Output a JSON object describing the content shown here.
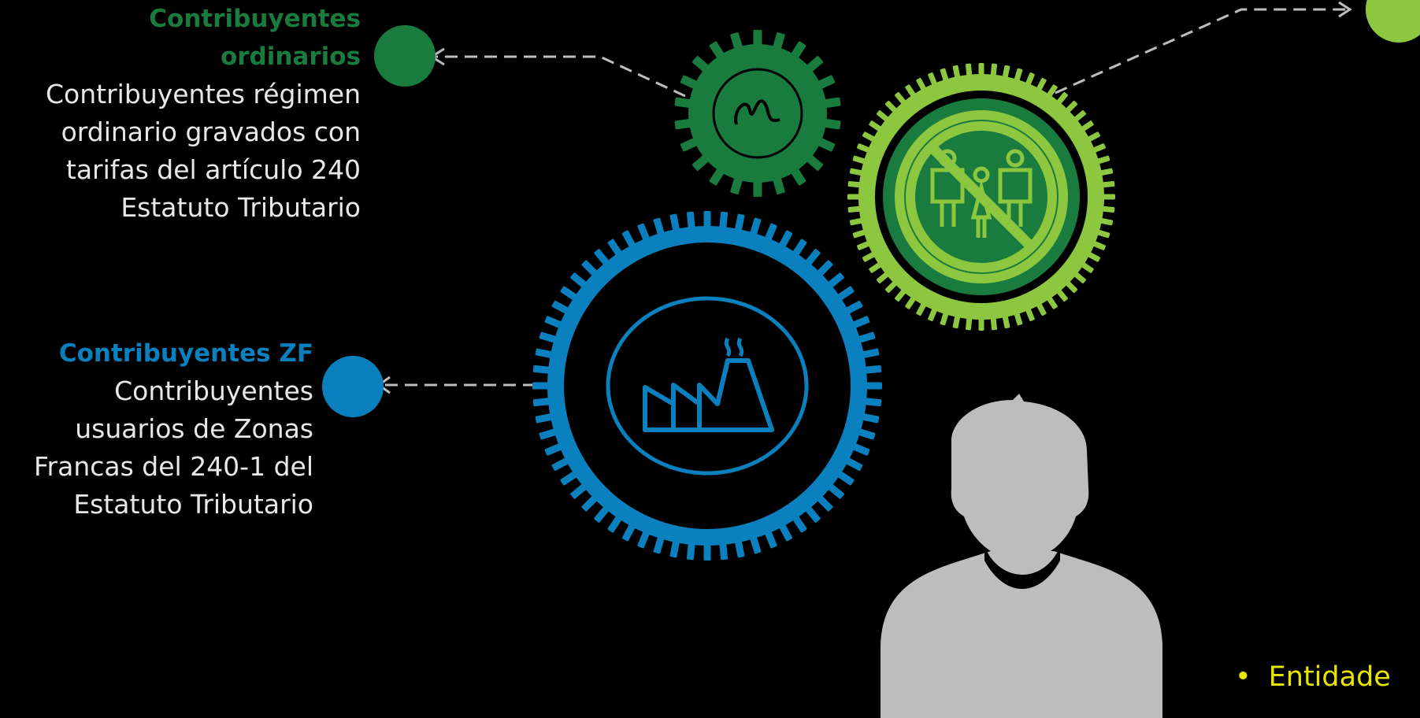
{
  "groups": {
    "ordinarios": {
      "title_line1": "Contribuyentes",
      "title_line2": "ordinarios",
      "desc": [
        "Contribuyentes régimen",
        "ordinario gravados con",
        "tarifas del artículo 240",
        "Estatuto Tributario"
      ]
    },
    "zona_franca": {
      "title": "Contribuyentes ZF",
      "desc": [
        "Contribuyentes",
        "usuarios de Zonas",
        "Francas del 240-1 del",
        "Estatuto Tributario"
      ]
    }
  },
  "bullet": {
    "marker": "•",
    "text": "Entidade"
  },
  "icons": {
    "small_gear": "dark-green-gear-with-worm-icon",
    "large_gear_green": "lime-gear-no-family-icon",
    "large_gear_blue": "blue-gear-factory-icon",
    "person": "person-silhouette-icon"
  },
  "colors": {
    "background": "#000000",
    "dark_green": "#1a7b3f",
    "lime_green": "#8dc63f",
    "blue": "#0a80be",
    "gray": "#bdbdbd",
    "connector": "#bdbdbd",
    "bullet_text": "#e6e600"
  }
}
